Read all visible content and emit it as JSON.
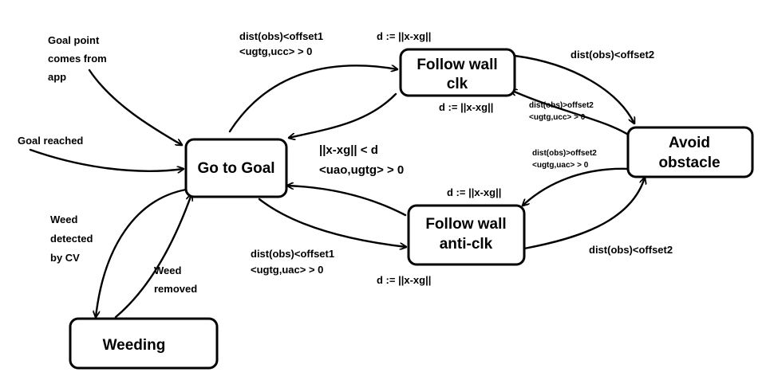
{
  "states": {
    "go_to_goal": "Go to Goal",
    "follow_wall_clk": [
      "Follow wall",
      "clk"
    ],
    "follow_wall_anticlk": [
      "Follow wall",
      "anti-clk"
    ],
    "avoid_obstacle": [
      "Avoid",
      "obstacle"
    ],
    "weeding": "Weeding"
  },
  "inputs": {
    "goal_point": [
      "Goal point",
      "comes from",
      "app"
    ],
    "goal_reached": "Goal reached"
  },
  "labels": {
    "weed_detected": [
      "Weed",
      "detected",
      "by CV"
    ],
    "weed_removed": [
      "Weed",
      "removed"
    ],
    "to_clk_condition": [
      "dist(obs)<offset1",
      "<ugtg,ucc> > 0"
    ],
    "clk_d_top": "d := ||x-xg||",
    "clk_d_bottom": "d := ||x-xg||",
    "return_condition": [
      "||x-xg|| < d",
      "<uao,ugtg> > 0"
    ],
    "clk_to_avoid": "dist(obs)<offset2",
    "avoid_to_clk": [
      "dist(obs)>offset2",
      "<ugtg,ucc> > 0"
    ],
    "avoid_to_anticlk": [
      "dist(obs)>offset2",
      "<ugtg,uac> > 0"
    ],
    "anticlk_d_top": "d := ||x-xg||",
    "anticlk_d_bottom": "d := ||x-xg||",
    "to_anticlk_condition": [
      "dist(obs)<offset1",
      "<ugtg,uac> > 0"
    ],
    "anticlk_to_avoid": "dist(obs)<offset2"
  }
}
